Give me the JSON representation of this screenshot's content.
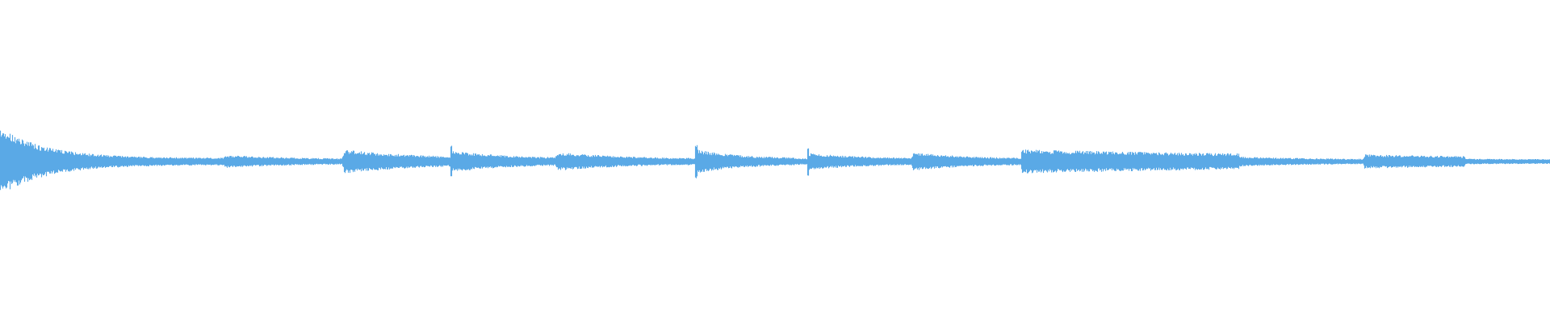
{
  "waveform": {
    "color": "#5aa9e6",
    "events": [
      {
        "onset": 0.0,
        "peak": 0.095,
        "decay": 0.03,
        "floor": 0.01,
        "spike": 0.0,
        "rise": 0.003
      },
      {
        "onset": 0.145,
        "peak": 0.018,
        "decay": 0.05,
        "floor": 0.006,
        "spike": 0.0,
        "rise": 0.002
      },
      {
        "onset": 0.222,
        "peak": 0.034,
        "decay": 0.05,
        "floor": 0.008,
        "spike": 0.0,
        "rise": 0.002
      },
      {
        "onset": 0.291,
        "peak": 0.03,
        "decay": 0.04,
        "floor": 0.008,
        "spike": 0.045,
        "rise": 0.001
      },
      {
        "onset": 0.36,
        "peak": 0.026,
        "decay": 0.05,
        "floor": 0.006,
        "spike": 0.0,
        "rise": 0.004
      },
      {
        "onset": 0.442,
        "peak": 0.012,
        "decay": 0.01,
        "floor": 0.004,
        "spike": 0.0,
        "rise": 0.001
      },
      {
        "onset": 0.449,
        "peak": 0.034,
        "decay": 0.03,
        "floor": 0.008,
        "spike": 0.05,
        "rise": 0.001
      },
      {
        "onset": 0.509,
        "peak": 0.012,
        "decay": 0.012,
        "floor": 0.006,
        "spike": 0.0,
        "rise": 0.001
      },
      {
        "onset": 0.521,
        "peak": 0.024,
        "decay": 0.04,
        "floor": 0.007,
        "spike": 0.04,
        "rise": 0.001
      },
      {
        "onset": 0.589,
        "peak": 0.026,
        "decay": 0.04,
        "floor": 0.007,
        "spike": 0.0,
        "rise": 0.002
      },
      {
        "onset": 0.659,
        "peak": 0.034,
        "decay": 0.22,
        "floor": 0.01,
        "spike": 0.0,
        "rise": 0.001
      },
      {
        "onset": 0.799,
        "peak": 0.014,
        "decay": 0.05,
        "floor": 0.006,
        "spike": 0.0,
        "rise": 0.001
      },
      {
        "onset": 0.88,
        "peak": 0.02,
        "decay": 0.12,
        "floor": 0.008,
        "spike": 0.0,
        "rise": 0.001
      },
      {
        "onset": 0.945,
        "peak": 0.008,
        "decay": 0.06,
        "floor": 0.006,
        "spike": 0.0,
        "rise": 0.003
      }
    ]
  }
}
